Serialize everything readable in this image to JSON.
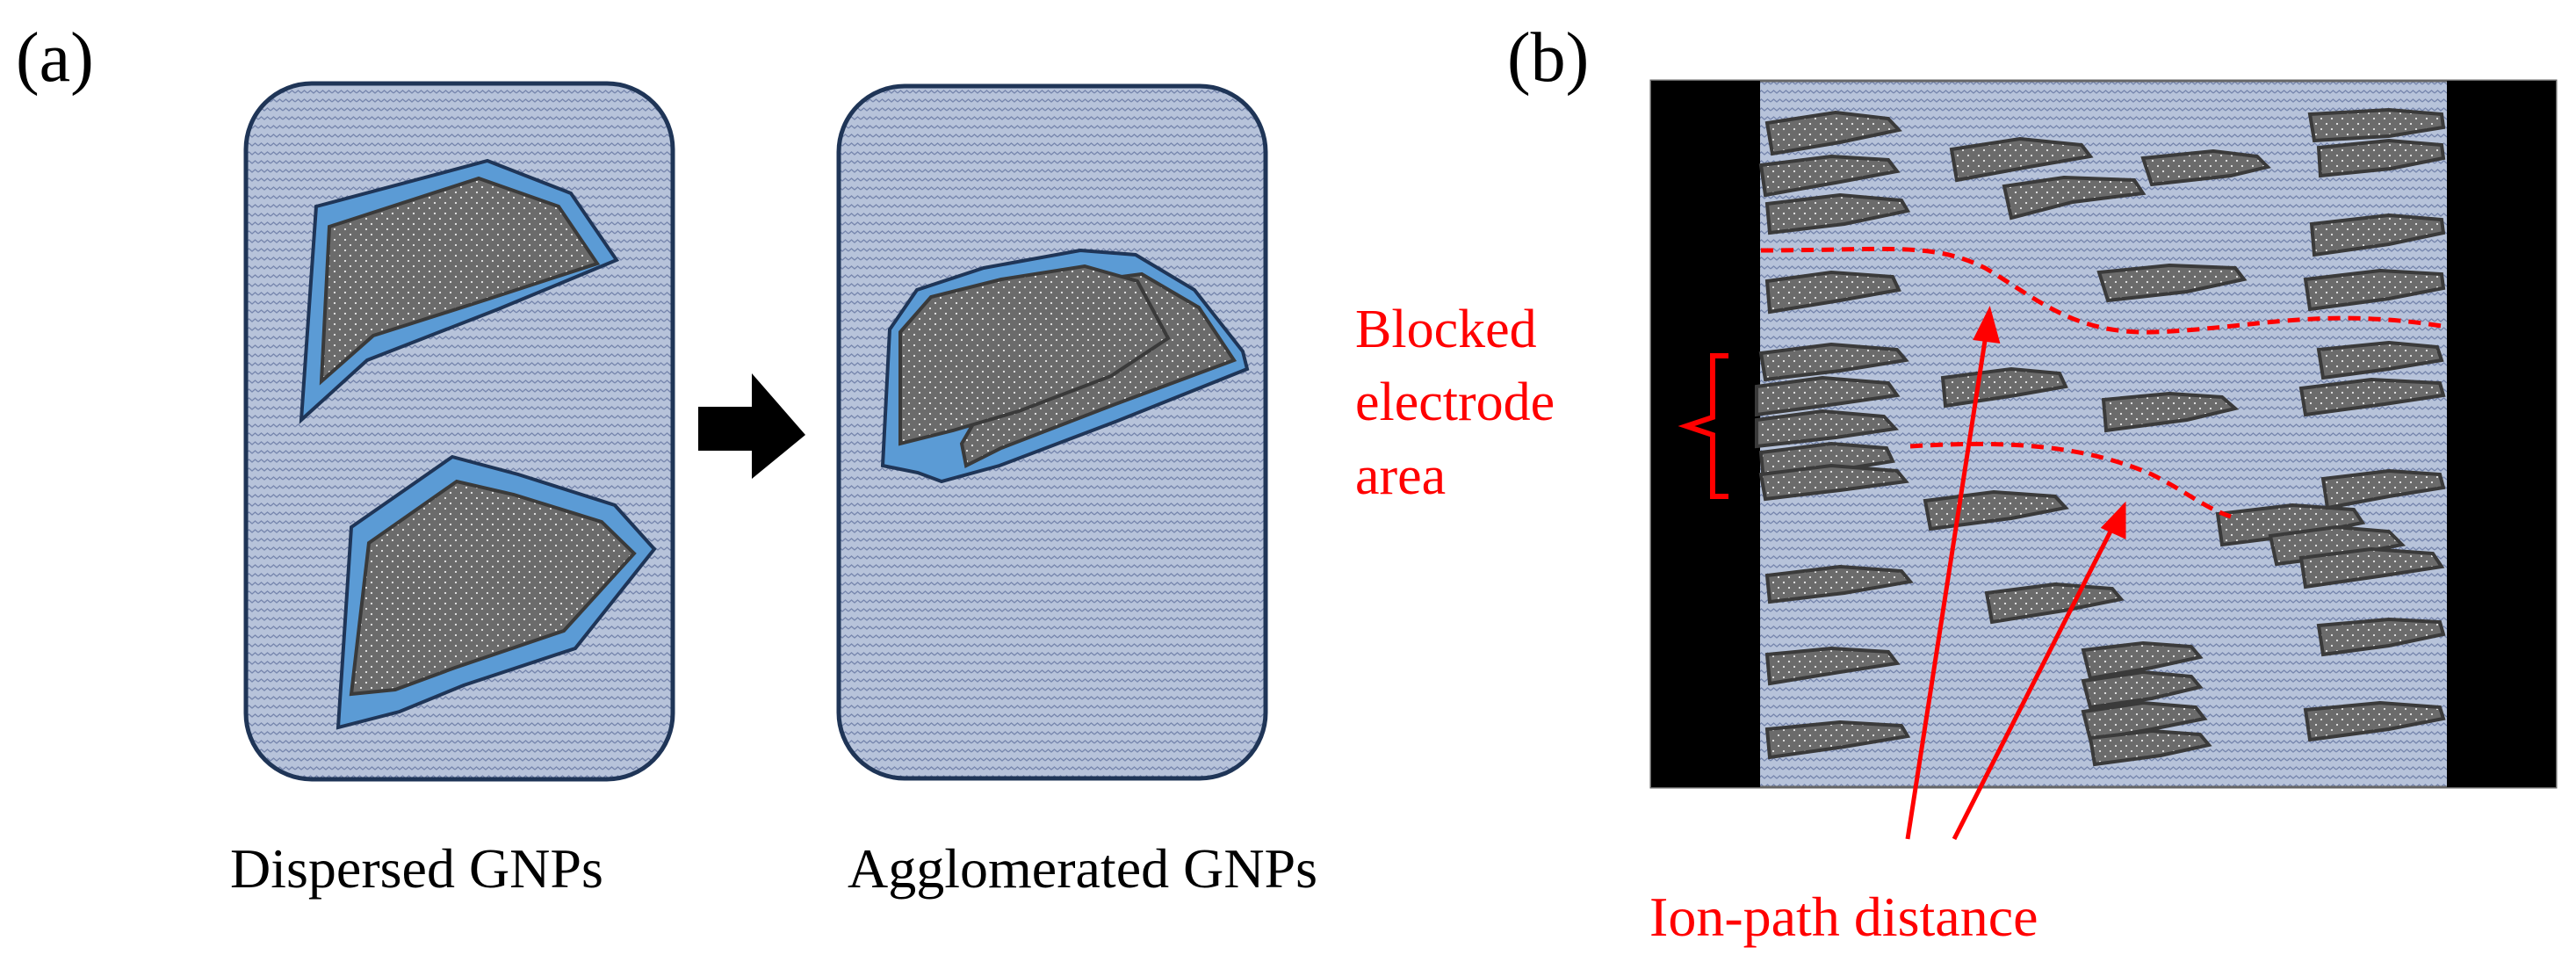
{
  "panel_a": {
    "tag": "(a)",
    "left_caption": "Dispersed GNPs",
    "right_caption": "Agglomerated GNPs"
  },
  "panel_b": {
    "tag": "(b)",
    "blocked_label": [
      "Blocked",
      "electrode",
      "area"
    ],
    "ion_label": "Ion-path distance"
  },
  "colors": {
    "liquid": "#b7c3da",
    "liquid_pattern": "#6f7fa8",
    "box_border": "#1f3557",
    "particle_fill": "#6b6b6b",
    "particle_edge": "#3a3a3a",
    "coating": "#5b9bd5",
    "electrode": "#000000",
    "annotation": "#ff0000",
    "arrow_block": "#000000"
  },
  "icons": {
    "process_arrow": "right-arrow-icon",
    "bracket": "curly-bracket-icon"
  }
}
